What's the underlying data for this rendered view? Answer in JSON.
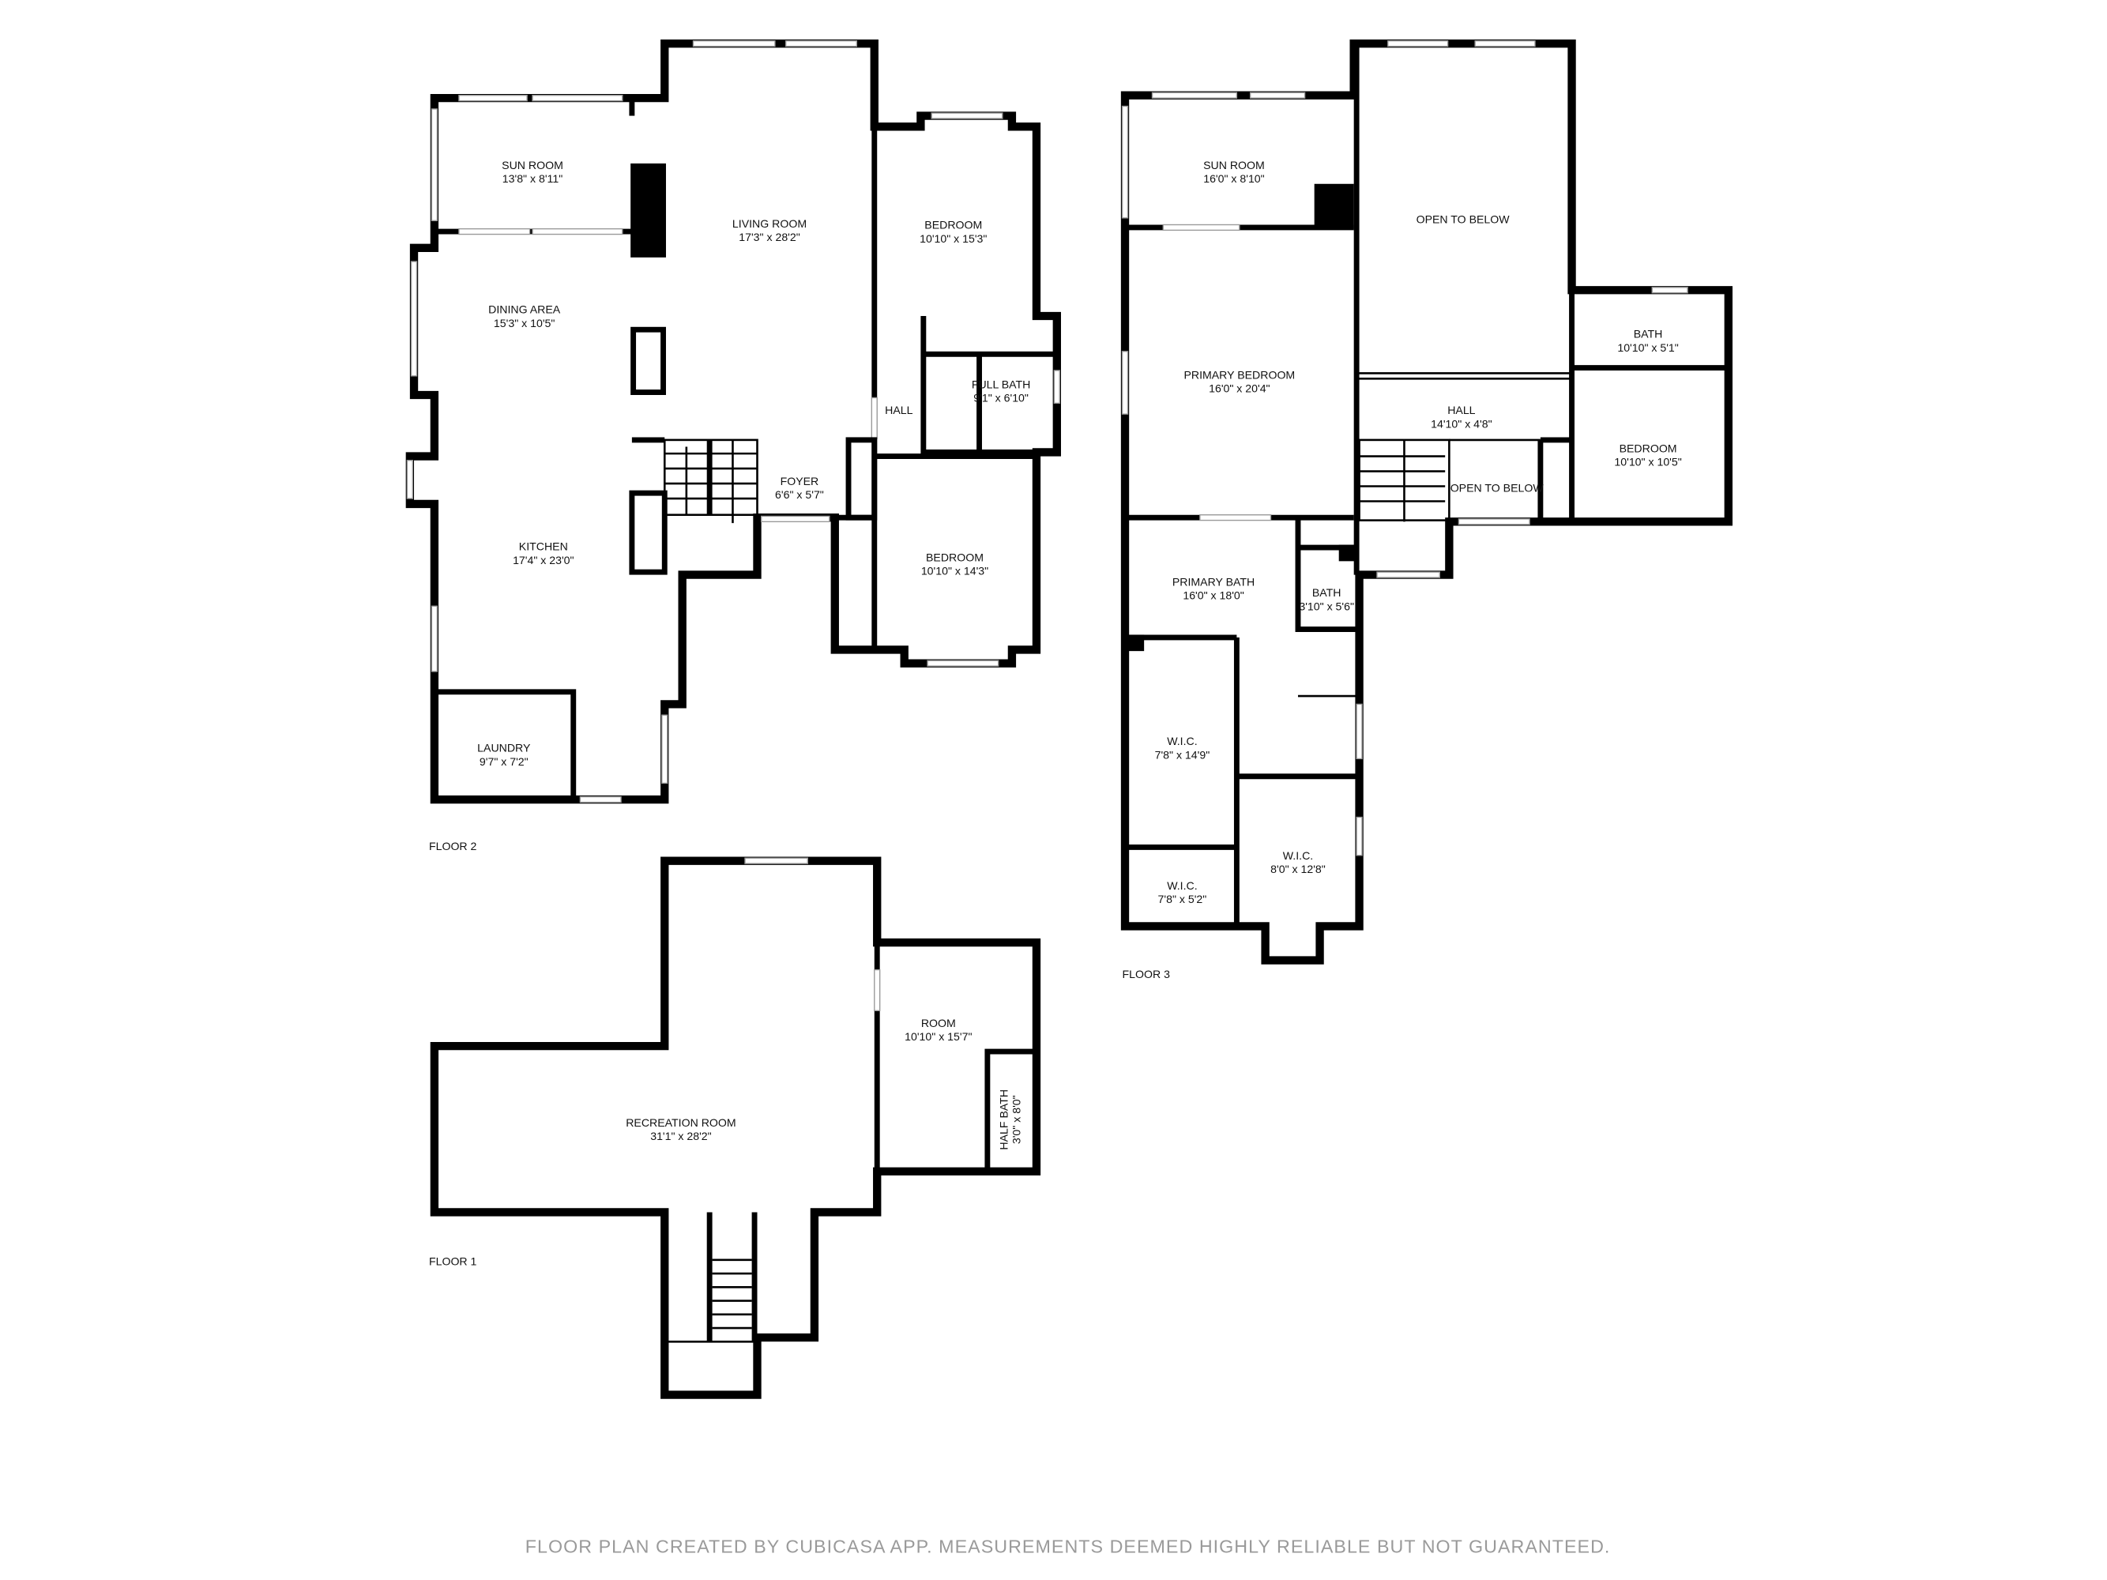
{
  "floors": {
    "floor2": {
      "label": "FLOOR 2",
      "rooms": [
        {
          "name": "SUN ROOM",
          "dims": "13'8\" x 8'11\""
        },
        {
          "name": "LIVING ROOM",
          "dims": "17'3\" x 28'2\""
        },
        {
          "name": "BEDROOM",
          "dims": "10'10\" x 15'3\""
        },
        {
          "name": "DINING AREA",
          "dims": "15'3\" x 10'5\""
        },
        {
          "name": "FULL BATH",
          "dims": "9'1\" x 6'10\""
        },
        {
          "name": "HALL",
          "dims": ""
        },
        {
          "name": "FOYER",
          "dims": "6'6\" x 5'7\""
        },
        {
          "name": "KITCHEN",
          "dims": "17'4\" x 23'0\""
        },
        {
          "name": "BEDROOM",
          "dims": "10'10\" x 14'3\""
        },
        {
          "name": "LAUNDRY",
          "dims": "9'7\" x 7'2\""
        }
      ]
    },
    "floor3": {
      "label": "FLOOR 3",
      "rooms": [
        {
          "name": "SUN ROOM",
          "dims": "16'0\" x 8'10\""
        },
        {
          "name": "OPEN TO BELOW",
          "dims": ""
        },
        {
          "name": "PRIMARY BEDROOM",
          "dims": "16'0\" x 20'4\""
        },
        {
          "name": "BATH",
          "dims": "10'10\" x 5'1\""
        },
        {
          "name": "HALL",
          "dims": "14'10\" x 4'8\""
        },
        {
          "name": "BEDROOM",
          "dims": "10'10\" x 10'5\""
        },
        {
          "name": "OPEN TO BELOW",
          "dims": ""
        },
        {
          "name": "PRIMARY BATH",
          "dims": "16'0\" x 18'0\""
        },
        {
          "name": "BATH",
          "dims": "3'10\" x 5'6\""
        },
        {
          "name": "W.I.C.",
          "dims": "7'8\" x 14'9\""
        },
        {
          "name": "W.I.C.",
          "dims": "7'8\" x 5'2\""
        },
        {
          "name": "W.I.C.",
          "dims": "8'0\" x 12'8\""
        }
      ]
    },
    "floor1": {
      "label": "FLOOR 1",
      "rooms": [
        {
          "name": "ROOM",
          "dims": "10'10\" x 15'7\""
        },
        {
          "name": "HALF BATH",
          "dims": "3'0\" x 8'0\""
        },
        {
          "name": "RECREATION ROOM",
          "dims": "31'1\" x 28'2\""
        }
      ]
    }
  },
  "footer": "FLOOR PLAN CREATED BY CUBICASA APP. MEASUREMENTS DEEMED HIGHLY RELIABLE BUT NOT GUARANTEED."
}
